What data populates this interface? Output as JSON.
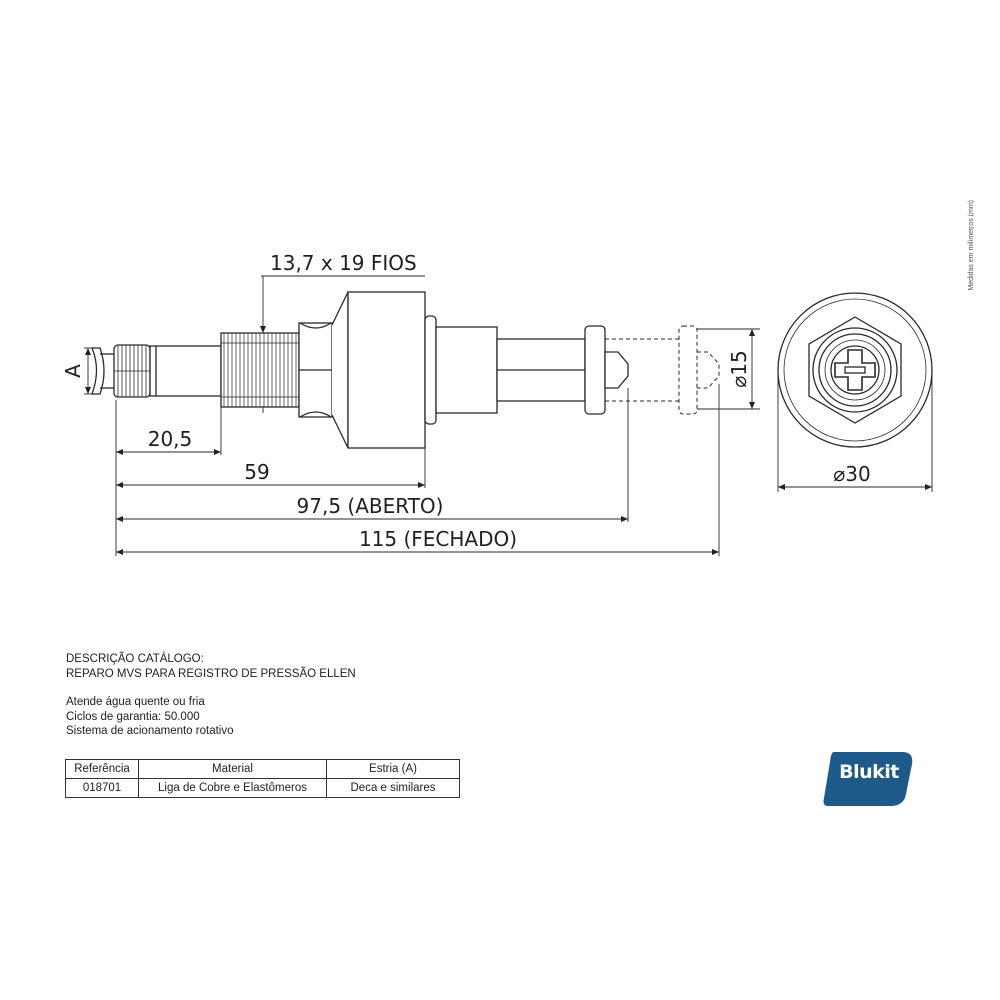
{
  "side_note": "Medidas em milímetros (mm)",
  "dimensions": {
    "thread": "13,7 x 19 FIOS",
    "spline": "A",
    "d_20_5": "20,5",
    "d_59": "59",
    "d_97_5": "97,5 (ABERTO)",
    "d_115": "115 (FECHADO)",
    "diam_15": "⌀15",
    "diam_30": "⌀30"
  },
  "description": {
    "heading": "DESCRIÇÃO CATÁLOGO:",
    "name": "REPARO MVS PARA REGISTRO DE PRESSÃO ELLEN",
    "lines": [
      "Atende água quente ou fria",
      "Ciclos de garantia: 50.000",
      "Sistema de acionamento rotativo"
    ]
  },
  "table": {
    "headers": [
      "Referência",
      "Material",
      "Estria (A)"
    ],
    "row": [
      "018701",
      "Liga de Cobre e Elastômeros",
      "Deca e similares"
    ]
  },
  "logo": {
    "text": "Blukit",
    "color": "#1d5a8a"
  }
}
